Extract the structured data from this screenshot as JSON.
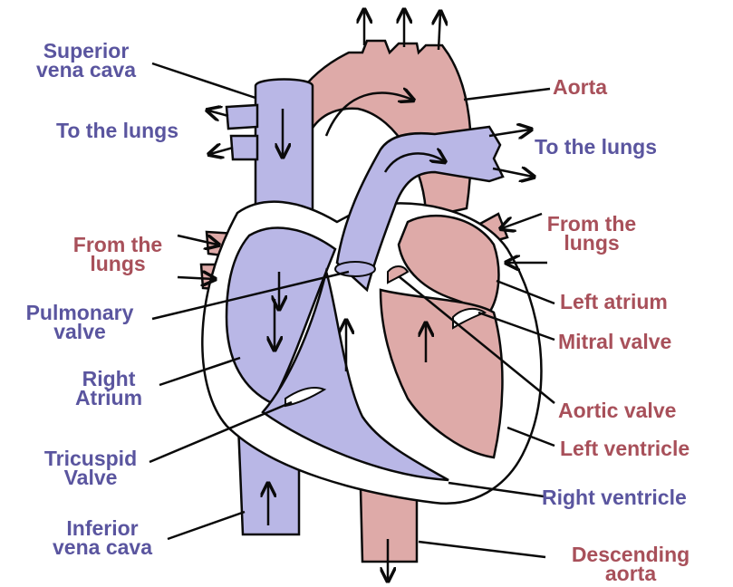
{
  "colors": {
    "deoxygenated": "#b9b7e6",
    "oxygenated": "#deaaa8",
    "outline": "#0a0a0a",
    "blue_text": "#5a559f",
    "red_text": "#a8505a",
    "background": "#ffffff"
  },
  "labels": {
    "superior_vena_cava": [
      "Superior",
      "vena cava"
    ],
    "to_lungs_left": "To the lungs",
    "from_lungs_left": [
      "From the",
      "lungs"
    ],
    "pulmonary_valve": [
      "Pulmonary",
      "valve"
    ],
    "right_atrium": [
      "Right",
      "Atrium"
    ],
    "tricuspid_valve": [
      "Tricuspid",
      "Valve"
    ],
    "inferior_vena_cava": [
      "Inferior",
      "vena cava"
    ],
    "aorta": "Aorta",
    "to_lungs_right": "To the lungs",
    "from_lungs_right": [
      "From the",
      "lungs"
    ],
    "left_atrium": "Left atrium",
    "mitral_valve": "Mitral valve",
    "aortic_valve": "Aortic valve",
    "left_ventricle": "Left ventricle",
    "right_ventricle": "Right ventricle",
    "descending_aorta": [
      "Descending",
      "aorta"
    ]
  }
}
